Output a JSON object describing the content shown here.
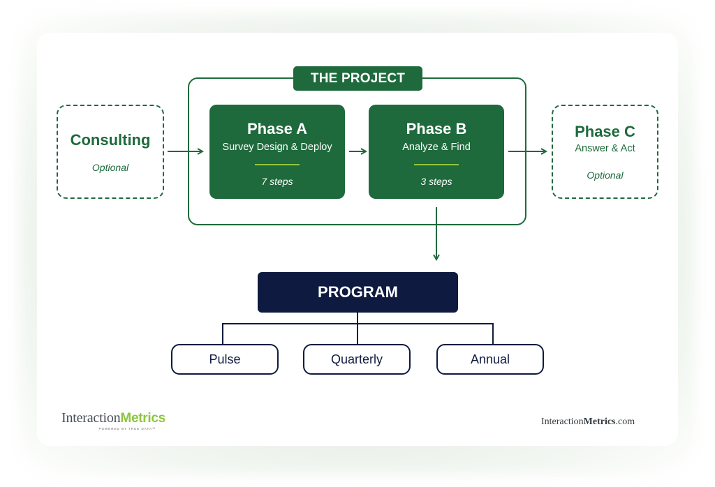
{
  "colors": {
    "green": "#1e6a3c",
    "navy": "#0f1a40",
    "lime": "#8cc63f"
  },
  "project": {
    "label": "THE PROJECT"
  },
  "consulting": {
    "title": "Consulting",
    "note": "Optional"
  },
  "phase_a": {
    "title": "Phase A",
    "subtitle": "Survey Design & Deploy",
    "steps": "7 steps"
  },
  "phase_b": {
    "title": "Phase B",
    "subtitle": "Analyze & Find",
    "steps": "3 steps"
  },
  "phase_c": {
    "title": "Phase C",
    "subtitle": "Answer & Act",
    "note": "Optional"
  },
  "program": {
    "label": "PROGRAM",
    "options": [
      "Pulse",
      "Quarterly",
      "Annual"
    ]
  },
  "footer": {
    "logo_part1": "Interaction",
    "logo_part2": "Metrics",
    "logo_tagline": "POWERED BY TRUE DATA™",
    "site_part1": "Interaction",
    "site_part2": "Metrics",
    "site_part3": ".com"
  }
}
